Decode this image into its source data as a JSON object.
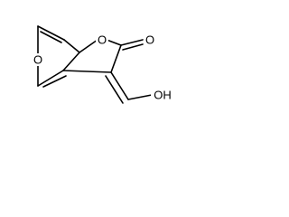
{
  "molecule": {
    "atoms": {
      "ring_oxygen_lactone": "O",
      "carbonyl_oxygen": "O",
      "furan_oxygen": "O",
      "hydroxyl": "OH"
    },
    "colors": {
      "bond": "#000000",
      "label": "#000000",
      "background": "#ffffff"
    }
  }
}
